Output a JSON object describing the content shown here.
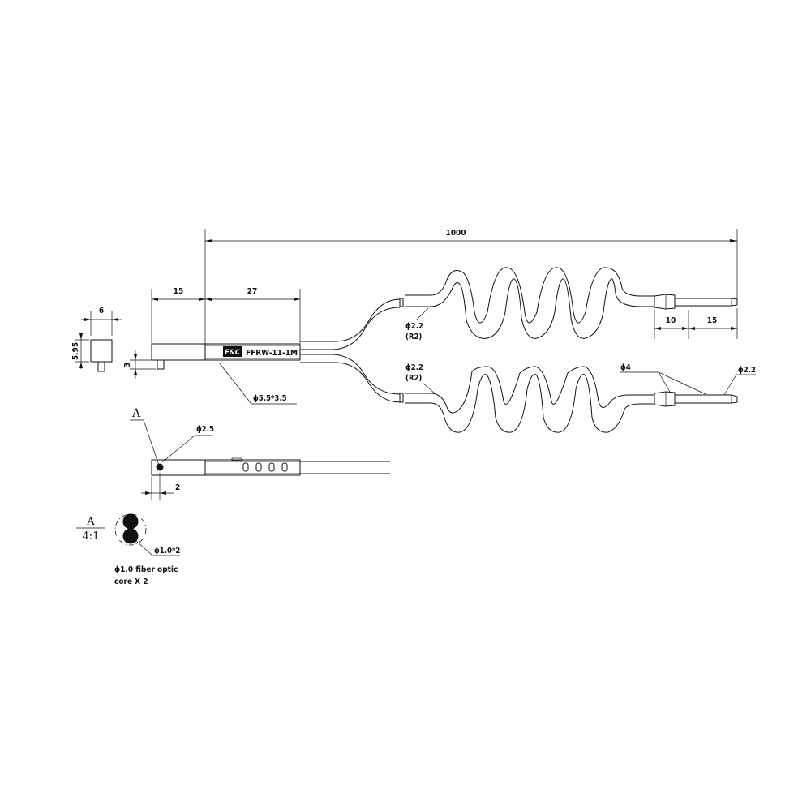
{
  "dimensions": {
    "total_length": "1000",
    "head_length": "15",
    "sleeve_length": "27",
    "tip_length_10": "10",
    "tip_length_15": "15",
    "end_width": "6",
    "end_height": "5.95",
    "head_thickness": "3",
    "cross_offset": "2"
  },
  "labels": {
    "model": "FFRW-11-1M",
    "logo": "F&C",
    "sleeve_section": "ϕ5.5*3.5",
    "hole_diameter": "ϕ2.5",
    "cable_top_diameter": "ϕ2.2",
    "cable_top_radius": "(R2)",
    "cable_bottom_diameter": "ϕ2.2",
    "cable_bottom_radius": "(R2)",
    "ferrule_diameter": "ϕ4",
    "tip_diameter": "ϕ2.2",
    "detail_marker": "A",
    "detail_title": "A",
    "detail_scale": "4:1",
    "core_callout": "ϕ1.0*2",
    "core_note_line1": "ϕ1.0 fiber optic",
    "core_note_line2": "core X 2"
  }
}
